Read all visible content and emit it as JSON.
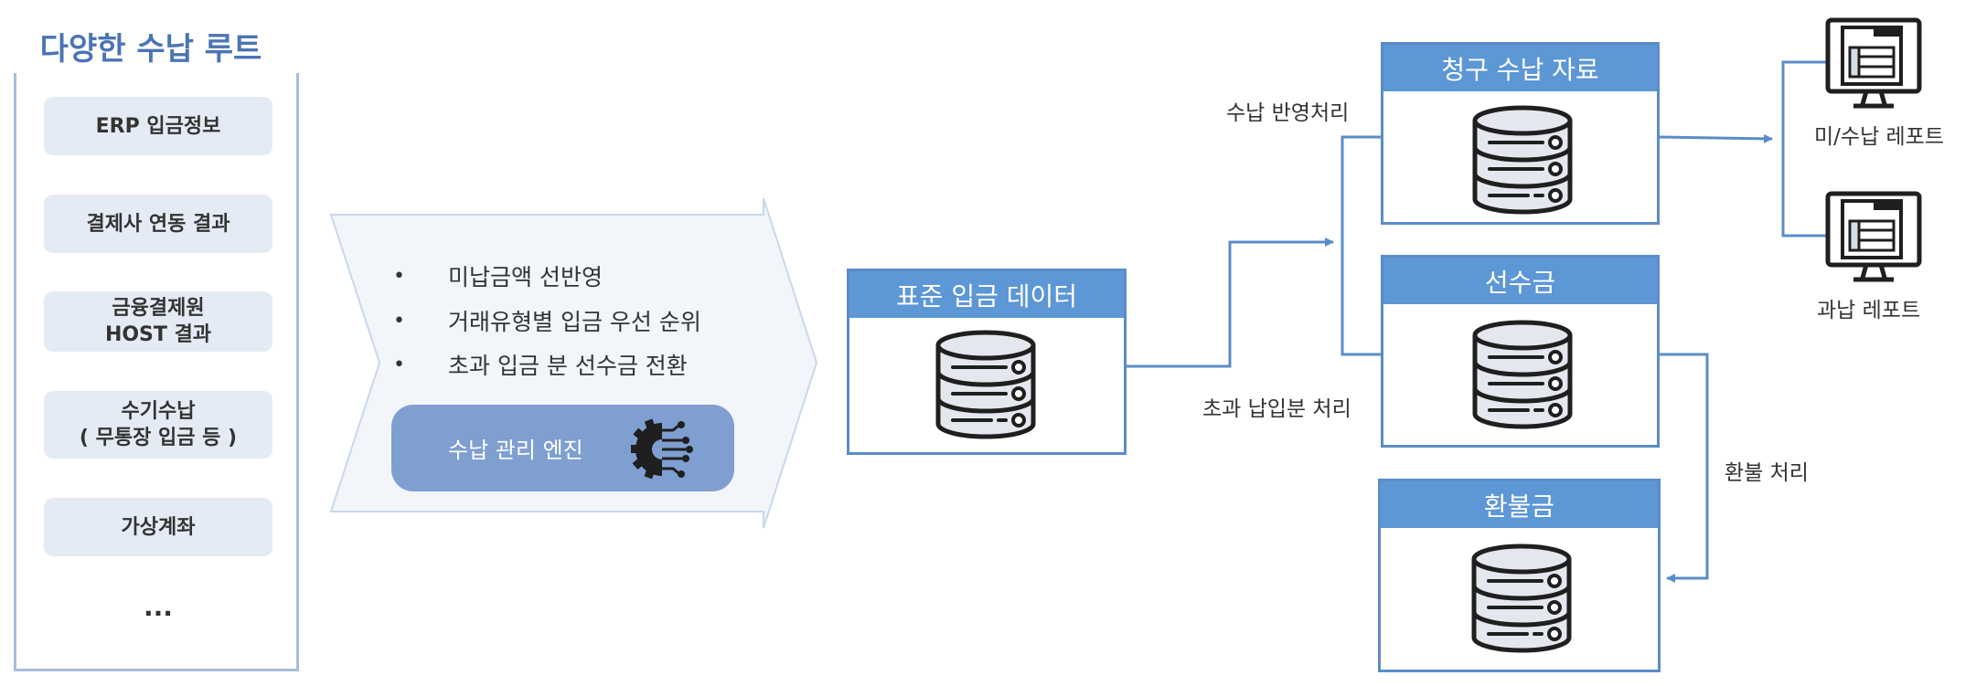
{
  "routes": {
    "title": "다양한 수납 루트",
    "items": [
      {
        "label": "ERP 입금정보"
      },
      {
        "label": "결제사 연동 결과"
      },
      {
        "label": "금융결제원\nHOST 결과"
      },
      {
        "label": "수기수납\n( 무통장 입금 등 )"
      },
      {
        "label": "가상계좌"
      }
    ],
    "ellipsis": "..."
  },
  "engine": {
    "bullets": [
      "미납금액 선반영",
      "거래유형별 입금 우선 순위",
      "초과 입금 분 선수금 전환"
    ],
    "bullet_symbol": "•",
    "button_label": "수납 관리 엔진",
    "icon": "gear-circuit-icon"
  },
  "standard_db": {
    "title": "표준 입금 데이터",
    "icon": "database-icon"
  },
  "billing_db": {
    "title": "청구 수납 자료",
    "icon": "database-icon"
  },
  "advance_db": {
    "title": "선수금",
    "icon": "database-icon"
  },
  "refund_db": {
    "title": "환불금",
    "icon": "database-icon"
  },
  "flow_labels": {
    "apply": "수납 반영처리",
    "excess": "초과 납입분 처리",
    "refund": "환불 처리"
  },
  "reports": [
    {
      "label": "미/수납 레포트",
      "icon": "report-monitor-icon"
    },
    {
      "label": "과납 레포트",
      "icon": "report-monitor-icon"
    }
  ],
  "colors": {
    "accent": "#4a74b4",
    "header_blue": "#5d97d5",
    "line_blue": "#5b8cc8",
    "route_bg": "#e5ebf4",
    "engine_button": "#7f9fd1",
    "chevron_bg": "#f2f5f9"
  }
}
